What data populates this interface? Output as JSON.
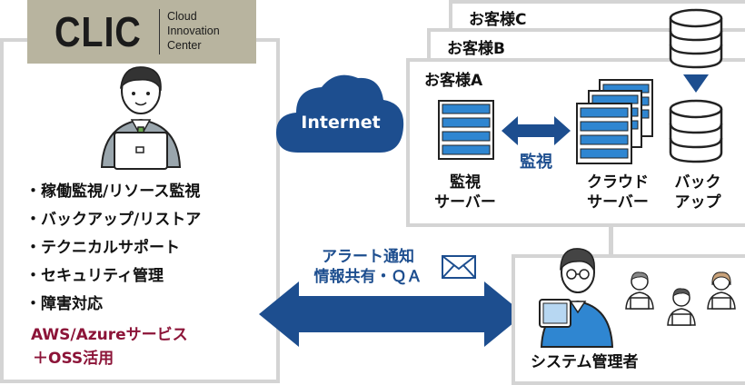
{
  "logo": {
    "mark": "CLIC",
    "line1": "Cloud",
    "line2": "Innovation",
    "line3": "Center"
  },
  "services": [
    "・稼働監視/リソース監視",
    "・バックアップ/リストア",
    "・テクニカルサポート",
    "・セキュリティ管理",
    "・障害対応"
  ],
  "services_extra": {
    "line1": "AWS/Azureサービス",
    "line2": "＋OSS活用"
  },
  "cloud": {
    "label": "Internet"
  },
  "customers": {
    "c": "お客様C",
    "b": "お客様B",
    "a": "お客様A"
  },
  "monitoring_arrow_label": "監視",
  "servers": {
    "monitor_1": "監視",
    "monitor_2": "サーバー",
    "cloud_1": "クラウド",
    "cloud_2": "サーバー",
    "backup_1": "バック",
    "backup_2": "アップ"
  },
  "alert": {
    "line1": "アラート通知",
    "line2": "情報共有・ＱＡ"
  },
  "sysadmin": {
    "label": "システム管理者"
  },
  "colors": {
    "accent_blue": "#1d4e8f",
    "stripe_blue": "#2f86d1",
    "extra_red": "#8c1438",
    "logo_bg": "#b8b49f",
    "panel_border": "#d4d4d4"
  }
}
